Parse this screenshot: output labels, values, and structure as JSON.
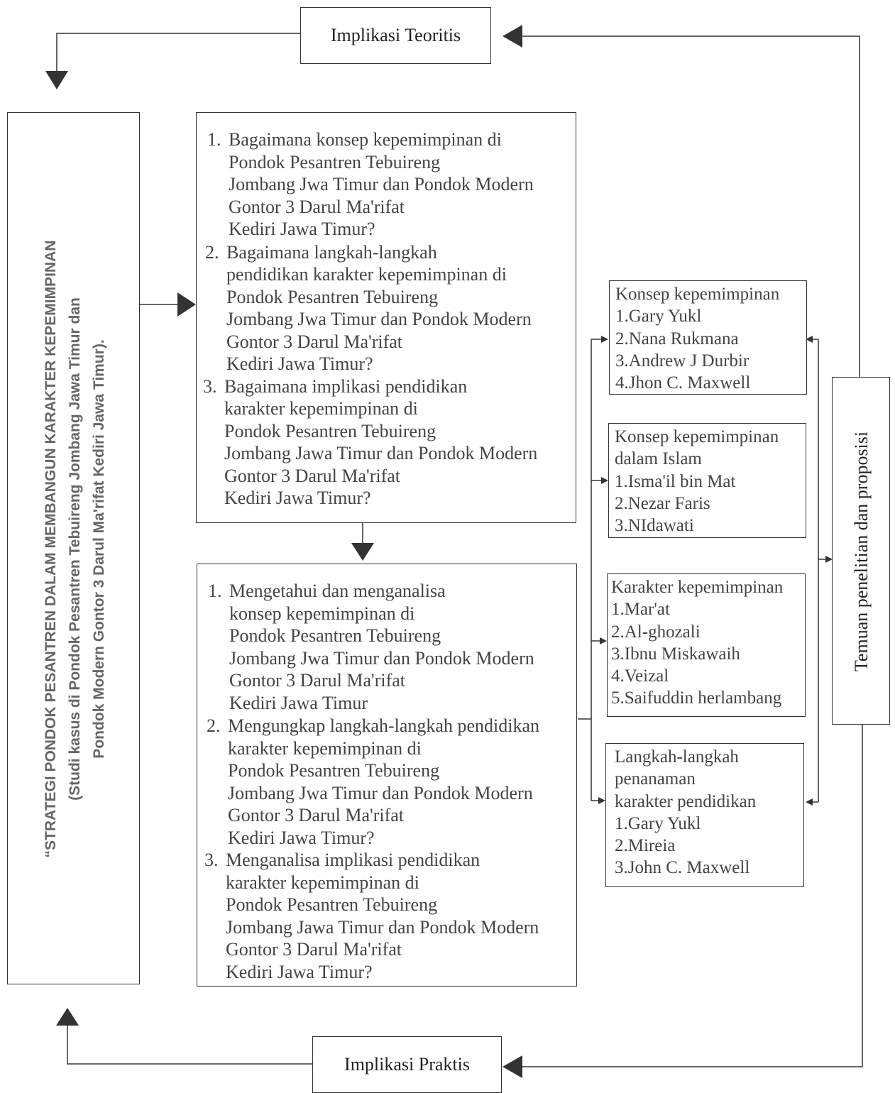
{
  "title_box": {
    "line1": "“STRATEGI PONDOK PESANTREN DALAM  MEMBANGUN KARAKTER KEPEMIMPINAN",
    "line2": "(Studi kasus di Pondok Pesantren Tebuireng Jombang Jawa Timur dan",
    "line3": "Pondok Modern Gontor 3 Darul Ma'rifat Kediri Jawa Timur)."
  },
  "implikasi_teoritis": "Implikasi Teoritis",
  "implikasi_praktis": "Implikasi Praktis",
  "temuan": "Temuan penelitian dan proposisi",
  "research_questions": [
    {
      "num": "1.",
      "text": "Bagaimana konsep kepemimpinan di\nPondok Pesantren Tebuireng\nJombang Jwa Timur dan Pondok Modern\nGontor 3 Darul Ma'rifat\nKediri Jawa Timur?"
    },
    {
      "num": "2.",
      "text": "Bagaimana langkah-langkah\npendidikan karakter kepemimpinan di\nPondok Pesantren Tebuireng\nJombang Jwa Timur dan Pondok Modern\nGontor 3 Darul Ma'rifat\nKediri Jawa Timur?"
    },
    {
      "num": "3.",
      "text": "Bagaimana implikasi pendidikan\nkarakter kepemimpinan di\nPondok Pesantren Tebuireng\nJombang Jawa Timur dan Pondok Modern\nGontor 3 Darul Ma'rifat\nKediri Jawa Timur?"
    }
  ],
  "research_objectives": [
    {
      "num": "1.",
      "text": "Mengetahui dan menganalisa\nkonsep kepemimpinan di\nPondok Pesantren Tebuireng\nJombang Jwa Timur dan Pondok Modern\nGontor 3 Darul Ma'rifat\nKediri Jawa Timur"
    },
    {
      "num": "2.",
      "text": "Mengungkap langkah-langkah pendidikan\nkarakter kepemimpinan di\nPondok Pesantren Tebuireng\nJombang Jwa Timur dan Pondok Modern\nGontor 3 Darul Ma'rifat\nKediri Jawa Timur?"
    },
    {
      "num": "3.",
      "text": "Menganalisa implikasi pendidikan\nkarakter kepemimpinan di\nPondok Pesantren Tebuireng\nJombang Jawa Timur dan Pondok Modern\nGontor 3 Darul Ma'rifat\nKediri Jawa Timur?"
    }
  ],
  "theory_boxes": [
    {
      "lines": [
        "Konsep kepemimpinan",
        "1.Gary Yukl",
        "2.Nana Rukmana",
        "3.Andrew J Durbir",
        "4.Jhon C. Maxwell"
      ]
    },
    {
      "lines": [
        "Konsep kepemimpinan",
        "dalam Islam",
        "1.Isma'il bin Mat",
        "2.Nezar Faris",
        "3.NIdawati"
      ]
    },
    {
      "lines": [
        "Karakter kepemimpinan",
        "1.Mar'at",
        "2.Al-ghozali",
        "3.Ibnu Miskawaih",
        "4.Veizal",
        "5.Saifuddin herlambang"
      ]
    },
    {
      "lines": [
        "Langkah-langkah",
        "penanaman",
        "karakter pendidikan",
        "1.Gary Yukl",
        "2.Mireia",
        "3.John C. Maxwell"
      ]
    }
  ]
}
